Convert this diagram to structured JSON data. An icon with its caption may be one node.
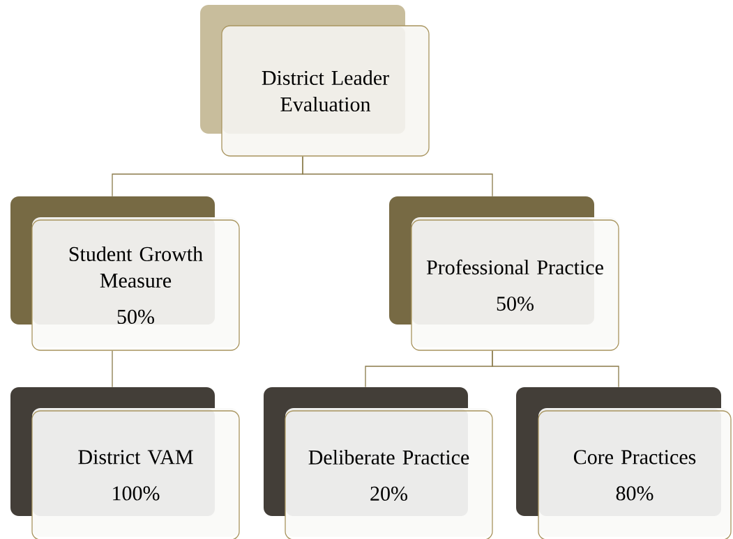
{
  "diagram": {
    "nodes": [
      {
        "text": [
          "District Leader Evaluation"
        ]
      },
      {
        "text": [
          "Student Growth Measure",
          "50%"
        ]
      },
      {
        "text": [
          "Professional Practice",
          "50%"
        ]
      },
      {
        "text": [
          "District VAM",
          "100%"
        ]
      },
      {
        "text": [
          "Deliberate Practice",
          "20%"
        ]
      },
      {
        "text": [
          "Core Practices",
          "80%"
        ]
      }
    ],
    "edges": [
      {
        "from": 0,
        "to": 1,
        "arrow": "none"
      },
      {
        "from": 0,
        "to": 2,
        "arrow": "none"
      },
      {
        "from": 1,
        "to": 3,
        "arrow": "none"
      },
      {
        "from": 2,
        "to": 4,
        "arrow": "none"
      },
      {
        "from": 2,
        "to": 5,
        "arrow": "none"
      }
    ]
  }
}
